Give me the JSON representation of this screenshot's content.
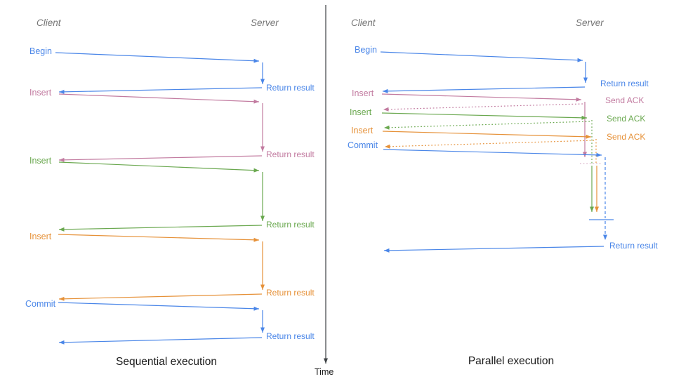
{
  "colors": {
    "blue": "#4a86e8",
    "pink": "#c27ba0",
    "green": "#6aa84f",
    "orange": "#e69138",
    "pale_pink": "#ddb8ce",
    "axis_gray": "#3c4043",
    "header_gray": "#757575",
    "title_black": "#1a1a1a"
  },
  "time_axis": {
    "label": "Time"
  },
  "sequential": {
    "title": "Sequential execution",
    "client_header": "Client",
    "server_header": "Server",
    "ops": [
      {
        "label": "Begin",
        "response": "Return result"
      },
      {
        "label": "Insert",
        "response": "Return result"
      },
      {
        "label": "Insert",
        "response": "Return result"
      },
      {
        "label": "Insert",
        "response": "Return result"
      },
      {
        "label": "Commit",
        "response": "Return result"
      }
    ]
  },
  "parallel": {
    "title": "Parallel execution",
    "client_header": "Client",
    "server_header": "Server",
    "ops": [
      {
        "label": "Begin",
        "response": "Return result"
      },
      {
        "label": "Insert",
        "response": "Send ACK"
      },
      {
        "label": "Insert",
        "response": "Send ACK"
      },
      {
        "label": "Insert",
        "response": "Send ACK"
      },
      {
        "label": "Commit",
        "response": "Return result"
      }
    ],
    "final_response": "Return result"
  }
}
